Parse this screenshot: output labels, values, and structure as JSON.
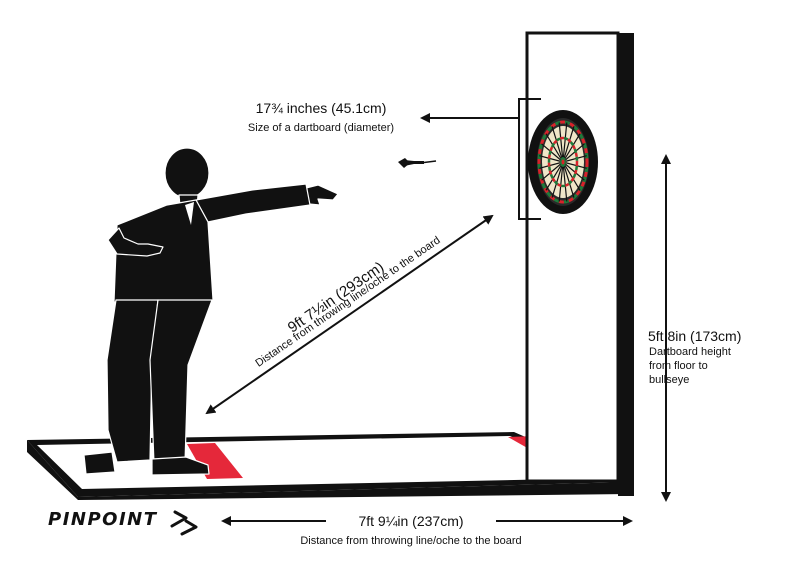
{
  "board_size": {
    "value": "17¾ inches (45.1cm)",
    "caption": "Size of a dartboard (diameter)"
  },
  "throw_distance_diagonal": {
    "value": "9ft 7½in (293cm)",
    "caption": "Distance from throwing line/oche to the board"
  },
  "board_height": {
    "value": "5ft 8in (173cm)",
    "caption_lines": [
      "Dartboard height",
      "from floor to",
      "bullseye"
    ]
  },
  "floor_distance": {
    "value": "7ft 9¼in (237cm)",
    "caption": "Distance from throwing line/oche to the board"
  },
  "brand": {
    "name": "PINPOINT",
    "logo_icon": "zigzag-arrows-icon"
  },
  "colors": {
    "ink": "#111111",
    "oche_red": "#e5283a",
    "board_red": "#d8232a",
    "board_green": "#1f7a3a",
    "board_cream": "#efe6c8"
  }
}
